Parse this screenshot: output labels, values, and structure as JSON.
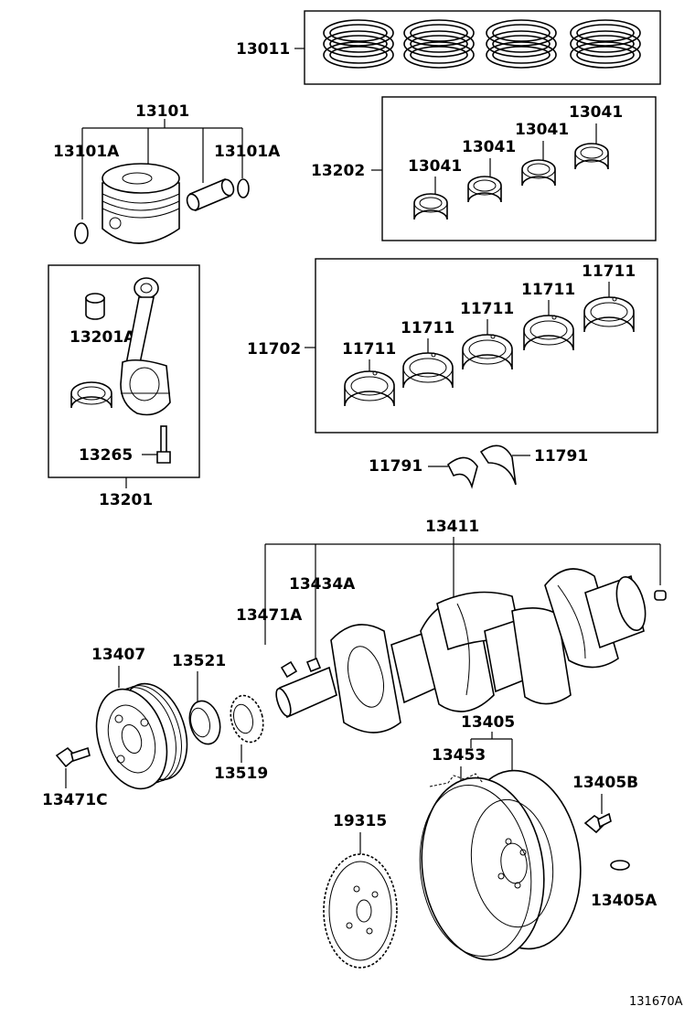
{
  "labels": {
    "rings": "13011",
    "piston": "13101",
    "piston_clip_left": "13101A",
    "piston_clip_right": "13101A",
    "rod_bearing_set": "13202",
    "rod_bearing_1": "13041",
    "rod_bearing_2": "13041",
    "rod_bearing_3": "13041",
    "rod_bearing_4": "13041",
    "rod_bushing": "13201A",
    "rod_bolt": "13265",
    "connecting_rod": "13201",
    "main_bearing_set": "11702",
    "main_bearing_1": "11711",
    "main_bearing_2": "11711",
    "main_bearing_3": "11711",
    "main_bearing_4": "11711",
    "main_bearing_5": "11711",
    "thrust_washer_left": "11791",
    "thrust_washer_right": "11791",
    "crankshaft": "13411",
    "key_a": "13434A",
    "key_b": "13471A",
    "pulley": "13407",
    "crank_gear": "13521",
    "gear_ring": "13519",
    "pulley_bolt": "13471C",
    "flywheel": "13405",
    "ring_gear": "13453",
    "flywheel_bolt": "13405B",
    "flywheel_pin": "13405A",
    "timing_rotor": "19315"
  },
  "figure_number": "131670A"
}
